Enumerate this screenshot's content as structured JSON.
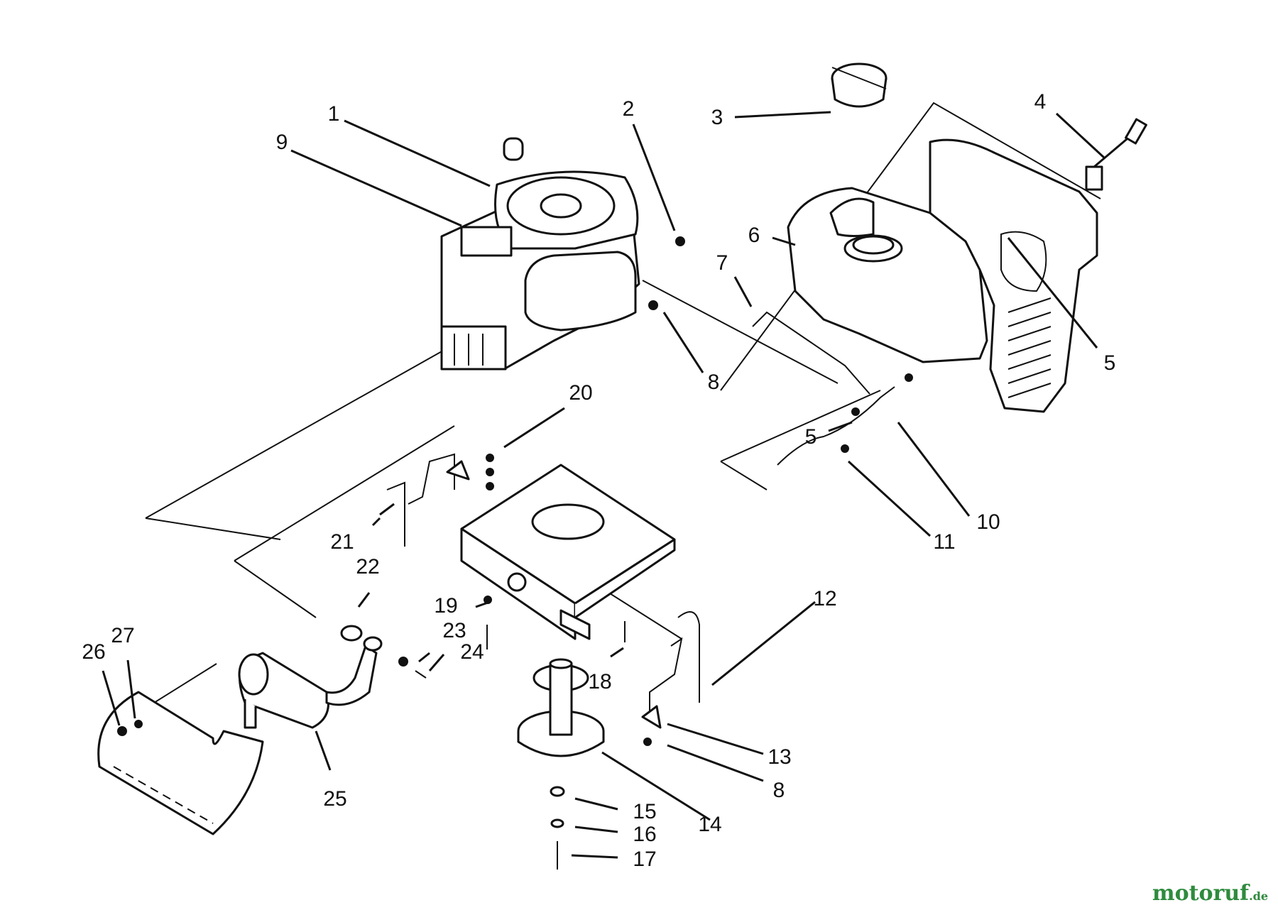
{
  "diagram": {
    "type": "exploded-parts-view",
    "callouts": [
      {
        "id": "1",
        "label": "1"
      },
      {
        "id": "2",
        "label": "2"
      },
      {
        "id": "3",
        "label": "3"
      },
      {
        "id": "4",
        "label": "4"
      },
      {
        "id": "5a",
        "label": "5"
      },
      {
        "id": "5b",
        "label": "5"
      },
      {
        "id": "6",
        "label": "6"
      },
      {
        "id": "7",
        "label": "7"
      },
      {
        "id": "8a",
        "label": "8"
      },
      {
        "id": "8b",
        "label": "8"
      },
      {
        "id": "9",
        "label": "9"
      },
      {
        "id": "10",
        "label": "10"
      },
      {
        "id": "11",
        "label": "11"
      },
      {
        "id": "12",
        "label": "12"
      },
      {
        "id": "13",
        "label": "13"
      },
      {
        "id": "14",
        "label": "14"
      },
      {
        "id": "15",
        "label": "15"
      },
      {
        "id": "16",
        "label": "16"
      },
      {
        "id": "17",
        "label": "17"
      },
      {
        "id": "18",
        "label": "18"
      },
      {
        "id": "19",
        "label": "19"
      },
      {
        "id": "20",
        "label": "20"
      },
      {
        "id": "21",
        "label": "21"
      },
      {
        "id": "22",
        "label": "22"
      },
      {
        "id": "23",
        "label": "23"
      },
      {
        "id": "24",
        "label": "24"
      },
      {
        "id": "25",
        "label": "25"
      },
      {
        "id": "26",
        "label": "26"
      },
      {
        "id": "27",
        "label": "27"
      }
    ]
  },
  "watermark": {
    "main": "motoruf",
    "suffix": ".de",
    "color": "#2e8b3d"
  }
}
